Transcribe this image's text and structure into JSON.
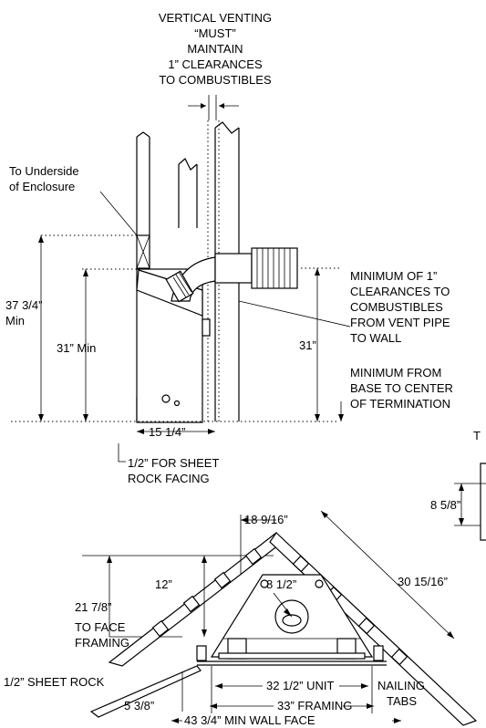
{
  "top_title": [
    "VERTICAL VENTING",
    "“MUST”",
    "MAINTAIN",
    "1” CLEARANCES",
    "TO COMBUSTIBLES"
  ],
  "side_view": {
    "underside_label": [
      "To Underside",
      "of Enclosure"
    ],
    "dim_overall": [
      "37 3/4”",
      "Min"
    ],
    "dim_height": "31” Min",
    "dim_width": "15 1/4”",
    "dim_termination": "31”",
    "note_clearance": [
      "MINIMUM OF 1”",
      "CLEARANCES TO",
      "COMBUSTIBLES",
      "FROM VENT PIPE",
      "TO WALL"
    ],
    "note_minimum": [
      "MINIMUM FROM",
      "BASE TO CENTER",
      "OF TERMINATION"
    ],
    "sheet_rock_note": [
      "1/2” FOR SHEET",
      "ROCK FACING"
    ]
  },
  "partial_view": {
    "letter": "T",
    "dim": "8 5/8”"
  },
  "corner_view": {
    "dim_top": "18 9/16”",
    "dim_depth": "12”",
    "dim_center": "8 1/2”",
    "dim_diagonal": "30 15/16”",
    "dim_face": [
      "21 7/8”",
      "TO FACE",
      "FRAMING"
    ],
    "sheet_rock": "1/2” SHEET ROCK",
    "dim_unit": "32 1/2” UNIT",
    "dim_framing": "33” FRAMING",
    "dim_offset": "5 3/8”",
    "dim_wall": "43 3/4” MIN WALL FACE",
    "nailing": [
      "NAILING",
      "TABS"
    ]
  }
}
